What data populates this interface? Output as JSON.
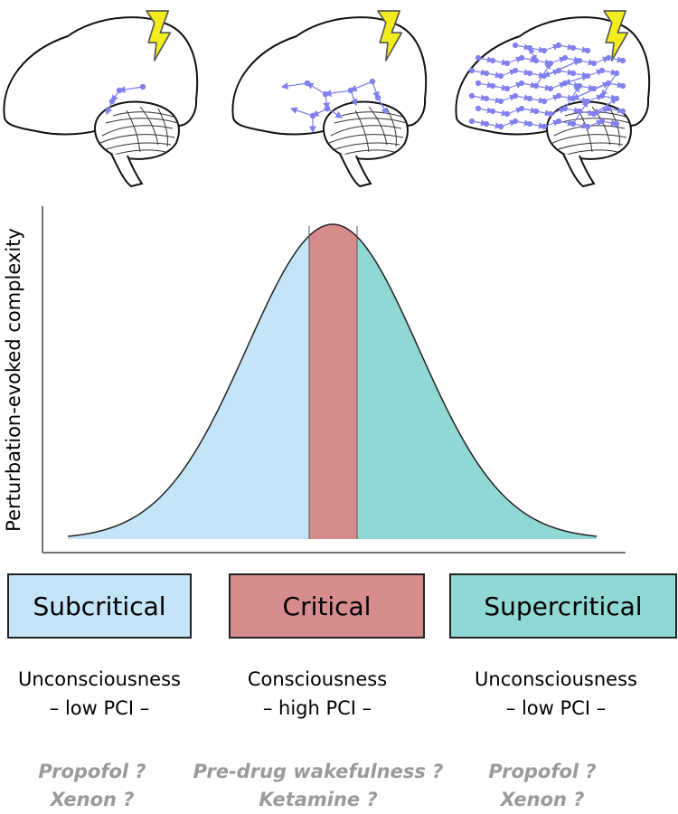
{
  "y_axis_label": "Perturbation-evoked complexity",
  "regimes": [
    {
      "label": "Subcritical",
      "color": "#c4e4f8",
      "state": "Unconsciousness",
      "pci": "– low PCI –",
      "drugs": [
        "Propofol ?",
        "Xenon ?"
      ]
    },
    {
      "label": "Critical",
      "color": "#d68c8c",
      "state": "Consciousness",
      "pci": "– high PCI –",
      "drugs": [
        "Pre-drug wakefulness ?",
        "Ketamine ?"
      ]
    },
    {
      "label": "Supercritical",
      "color": "#8fd8d4",
      "state": "Unconsciousness",
      "pci": "– low PCI –",
      "drugs": [
        "Propofol ?",
        "Xenon ?"
      ]
    }
  ],
  "colors": {
    "network": "#8080ee",
    "lightning": "#f2ee1e",
    "lightning_outline": "#555555",
    "axis": "#444444"
  },
  "icons": [
    "brain-icon",
    "lightning-bolt-icon"
  ]
}
